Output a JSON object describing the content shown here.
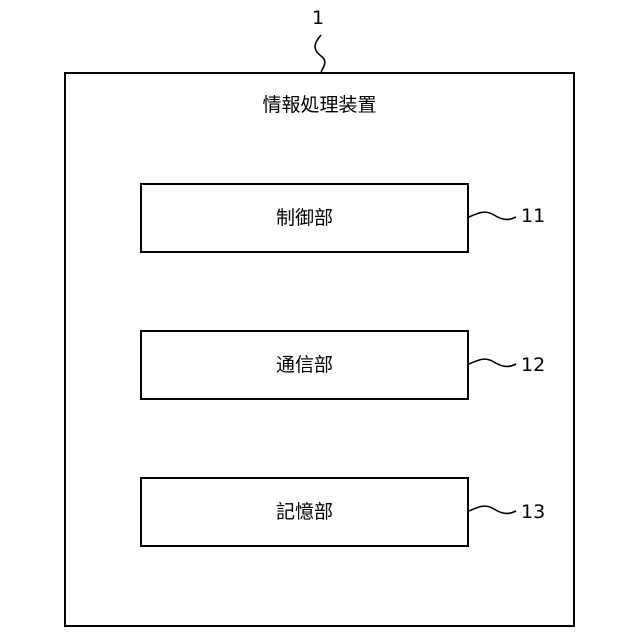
{
  "device": {
    "reference_number": "1",
    "title": "情報処理装置"
  },
  "components": [
    {
      "label": "制御部",
      "reference_number": "11"
    },
    {
      "label": "通信部",
      "reference_number": "12"
    },
    {
      "label": "記憶部",
      "reference_number": "13"
    }
  ],
  "colors": {
    "line": "#000000",
    "background": "#ffffff"
  }
}
